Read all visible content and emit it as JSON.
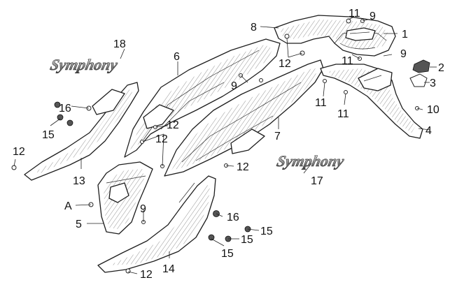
{
  "callouts": {
    "c1": "1",
    "c2": "2",
    "c3": "3",
    "c4": "4",
    "c5": "5",
    "c6": "6",
    "c7": "7",
    "c8": "8",
    "c9a": "9",
    "c9b": "9",
    "c9c": "9",
    "c9d": "9",
    "c10": "10",
    "c11a": "11",
    "c11b": "11",
    "c11c": "11",
    "c11d": "11",
    "c12a": "12",
    "c12b": "12",
    "c12c": "12",
    "c12d": "12",
    "c12e": "12",
    "c12f": "12",
    "c13": "13",
    "c14": "14",
    "c15a": "15",
    "c15b": "15",
    "c15c": "15",
    "c15d": "15",
    "c16a": "16",
    "c16b": "16",
    "c17": "17",
    "c18": "18",
    "cA": "A"
  },
  "emblems": {
    "logo_upper": "Symphony",
    "logo_lower": "Symphony"
  }
}
